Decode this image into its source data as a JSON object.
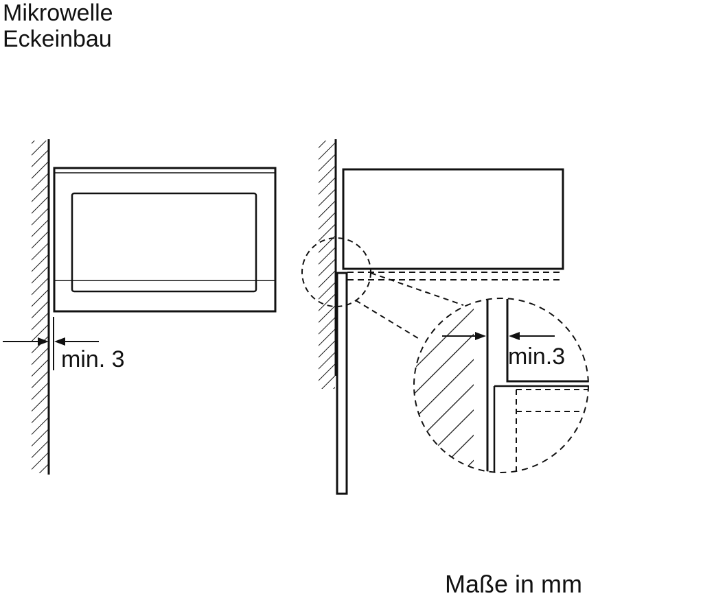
{
  "title": {
    "line1": "Mikrowelle",
    "line2": "Eckeinbau"
  },
  "front_view": {
    "clearance_label": "min. 3"
  },
  "detail_view": {
    "clearance_label": "min.3"
  },
  "units_note": "Maße in mm"
}
